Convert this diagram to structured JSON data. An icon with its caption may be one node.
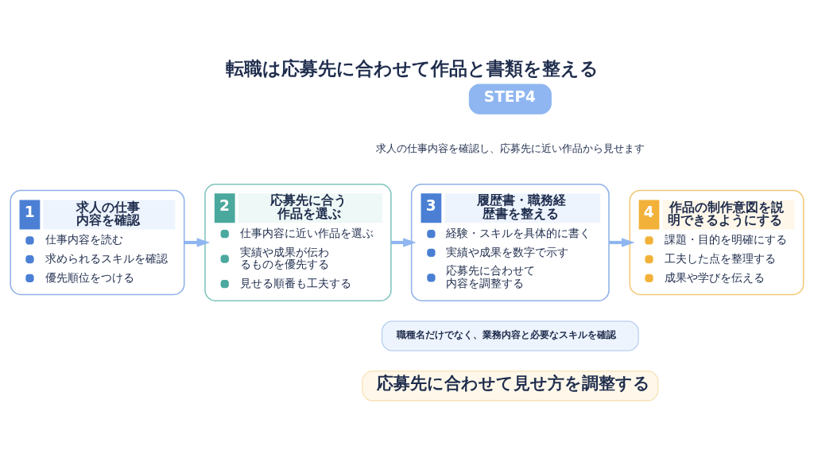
{
  "diagram": {
    "title": "転職は応募先に合わせて作品と書類を整える",
    "nodes": [
      {
        "text": [
          "STEP4"
        ]
      },
      {
        "text": [
          "1",
          "求人の仕事内容を確認",
          "仕事内容を読む",
          "求められるスキルを確認",
          "優先順位をつける"
        ]
      },
      {
        "text": [
          "2",
          "応募先に合う作品を選ぶ",
          "仕事内容に近い作品を選ぶ",
          "実績や成果が伝わるものを優先する",
          "見せる順番も工夫する"
        ]
      },
      {
        "text": [
          "3",
          "履歴書・職務経歴書を整える",
          "経験・スキルを具体的に書く",
          "実績や成果を数字で示す",
          "応募先に合わせて内容を調整する"
        ]
      },
      {
        "text": [
          "4",
          "作品の制作意図を説明できるようにする",
          "課題・目的を明確にする",
          "工夫した点を整理する",
          "成果や学びを伝える"
        ]
      },
      {
        "text": [
          "職種名だけでなく、業務内容と必要なスキルを確認"
        ]
      },
      {
        "text": [
          "応募先に合わせて見せ方を調整する"
        ]
      }
    ],
    "edges": [
      {
        "from": 1,
        "to": 2,
        "arrow": "to"
      },
      {
        "from": 2,
        "to": 3,
        "arrow": "to"
      },
      {
        "from": 3,
        "to": 4,
        "arrow": "to"
      }
    ],
    "labels": [
      "求人の仕事内容を確認し、応募先に近い作品から見せます"
    ]
  }
}
